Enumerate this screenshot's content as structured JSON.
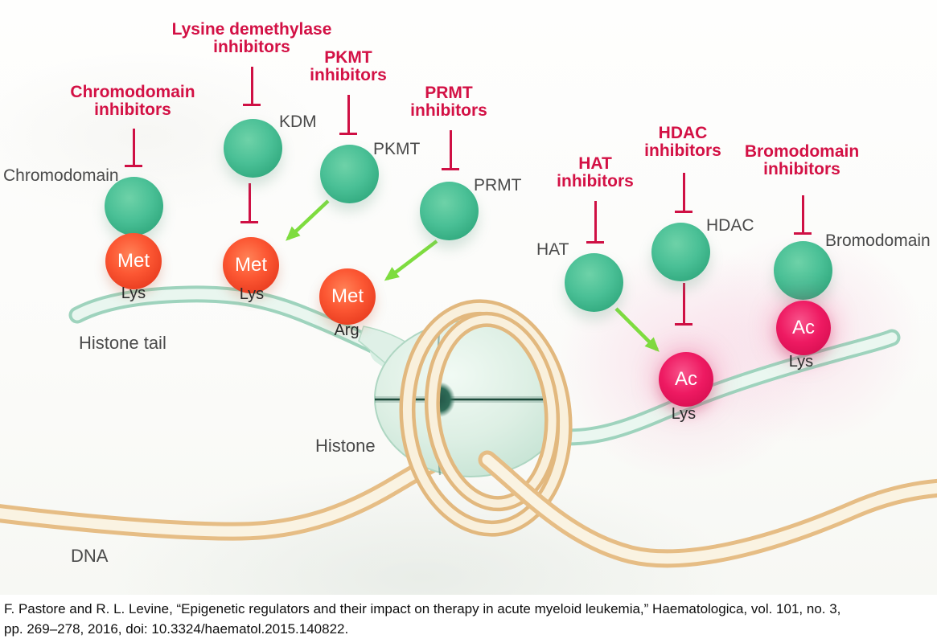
{
  "figure": {
    "inhibitor_labels": [
      {
        "target": "chromodomain",
        "line1": "Chromodomain",
        "line2": "inhibitors"
      },
      {
        "target": "lysine-demethylase",
        "line1": "Lysine demethylase",
        "line2": "inhibitors"
      },
      {
        "target": "pkmt",
        "line1": "PKMT",
        "line2": "inhibitors"
      },
      {
        "target": "prmt",
        "line1": "PRMT",
        "line2": "inhibitors"
      },
      {
        "target": "hat",
        "line1": "HAT",
        "line2": "inhibitors"
      },
      {
        "target": "hdac",
        "line1": "HDAC",
        "line2": "inhibitors"
      },
      {
        "target": "bromodomain",
        "line1": "Bromodomain",
        "line2": "inhibitors"
      }
    ],
    "protein_labels": {
      "chromodomain": "Chromodomain",
      "kdm": "KDM",
      "pkmt": "PKMT",
      "prmt": "PRMT",
      "hat": "HAT",
      "hdac": "HDAC",
      "bromodomain": "Bromodomain"
    },
    "structure_labels": {
      "histone_tail": "Histone tail",
      "histone": "Histone",
      "dna": "DNA"
    },
    "marks": [
      {
        "mark": "Met",
        "residue": "Lys"
      },
      {
        "mark": "Met",
        "residue": "Lys"
      },
      {
        "mark": "Met",
        "residue": "Arg"
      },
      {
        "mark": "Ac",
        "residue": "Lys"
      },
      {
        "mark": "Ac",
        "residue": "Lys"
      }
    ],
    "colors": {
      "inhibitor_text": "#d31145",
      "inhibition_bar": "#cf1044",
      "enzyme_sphere_green": "#45bd92",
      "methyl_sphere_orange": "#f0482a",
      "acetyl_sphere_pink": "#e8135c",
      "catalysis_arrow_green": "#7edc3f",
      "protein_label_gray": "#4a4a4a",
      "histone_mint": "#d9eee4",
      "dna_tan": "#e9c28b"
    }
  },
  "citation": {
    "line1": "F. Pastore and R. L. Levine, “Epigenetic regulators and their impact on therapy in acute myeloid leukemia,” Haematologica, vol. 101, no. 3,",
    "line2": "pp. 269–278, 2016, doi: 10.3324/haematol.2015.140822."
  }
}
